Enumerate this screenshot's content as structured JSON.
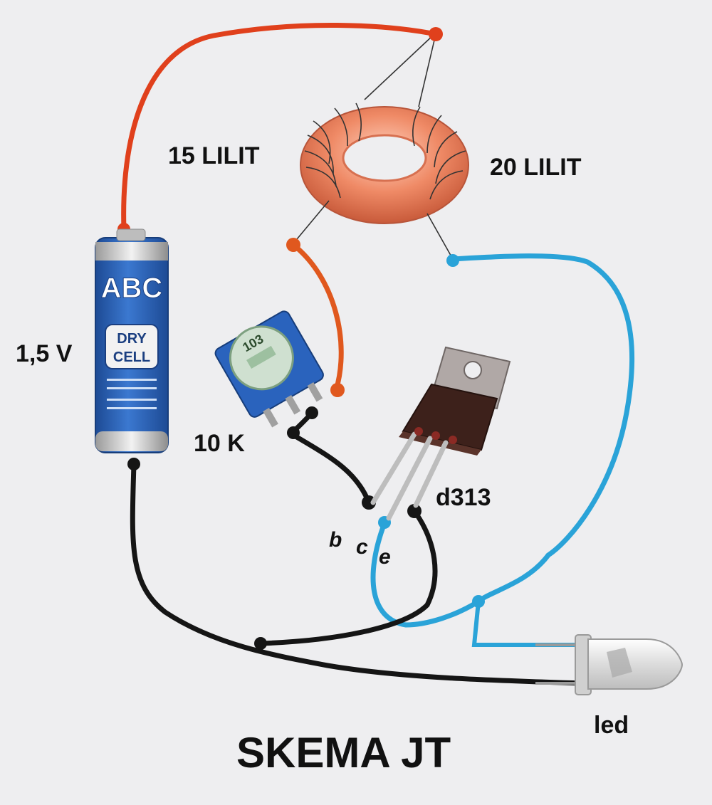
{
  "title": "SKEMA JT",
  "labels": {
    "turns_primary": "15 LILIT",
    "turns_secondary": "20 LILIT",
    "voltage": "1,5 V",
    "resistor": "10 K",
    "transistor": "d313",
    "pins": [
      "b",
      "c",
      "e"
    ],
    "led": "led"
  },
  "battery": {
    "brand": "ABC",
    "type_line1": "DRY",
    "type_line2": "CELL"
  },
  "trimmer": {
    "code": "103"
  },
  "colors": {
    "positive_wire": "#e0401c",
    "coil_wire": "#e0581e",
    "blue_wire": "#2aa3d8",
    "ground_wire": "#151515",
    "toroid": "#ee7a55",
    "battery_blue": "#2c62b8",
    "trimmer_blue": "#2a63bd",
    "transistor_body": "#3d211b"
  }
}
